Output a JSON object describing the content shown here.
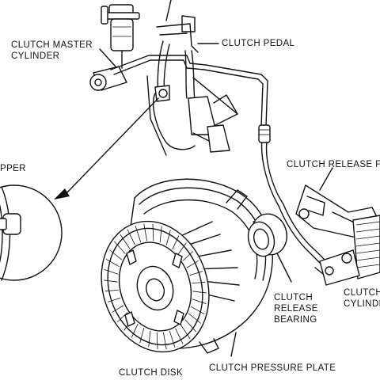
{
  "labels": {
    "master_cylinder": {
      "line1": "CLUTCH MASTER",
      "line2": "CYLINDER"
    },
    "pedal": "CLUTCH PEDAL",
    "release_fork": "CLUTCH RELEASE F",
    "stopper": "PPER",
    "release_bearing": {
      "line1": "CLUTCH",
      "line2": "RELEASE",
      "line3": "BEARING"
    },
    "slave_cylinder": {
      "line1": "CLUTCH",
      "line2": "CYLINDE"
    },
    "disk": "CLUTCH DISK",
    "pressure_plate": "CLUTCH PRESSURE PLATE"
  }
}
